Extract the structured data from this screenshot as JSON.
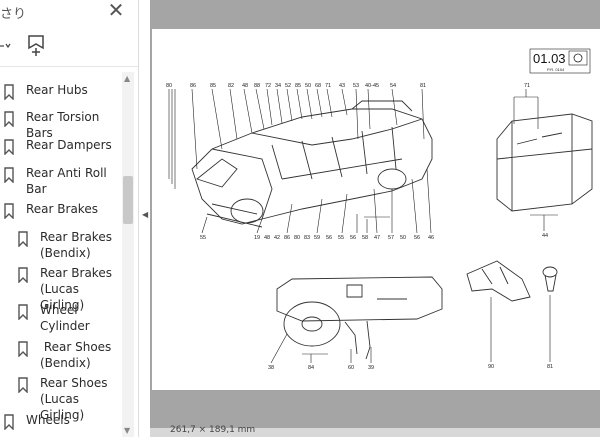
{
  "sidebar": {
    "title_fragment": "さり",
    "close_glyph": "✕",
    "options_glyph": "▾",
    "items": [
      {
        "label": "Rear Hubs"
      },
      {
        "label": "Rear Torsion Bars"
      },
      {
        "label": "Rear Dampers"
      },
      {
        "label": "Rear Anti Roll Bar"
      },
      {
        "label": "Rear Brakes"
      },
      {
        "label": "Rear Brakes (Bendix)"
      },
      {
        "label": "Rear Brakes (Lucas Girling)"
      },
      {
        "label": "Wheel Cylinder"
      },
      {
        "label": " Rear Shoes (Bendix)"
      },
      {
        "label": "Rear Shoes (Lucas Girling)"
      },
      {
        "label": "Wheels"
      }
    ]
  },
  "document": {
    "section_code": "01.03",
    "ref": "P.R. 0104",
    "callouts_car_top": [
      "80",
      "86",
      "85",
      "82",
      "48",
      "88",
      "72",
      "34",
      "52",
      "85",
      "50",
      "68",
      "71",
      "43",
      "53",
      "40-45",
      "54",
      "81"
    ],
    "callouts_car_bottom": [
      "19",
      "48",
      "42",
      "86",
      "80",
      "83",
      "59",
      "56",
      "55",
      "56",
      "58",
      "47",
      "57",
      "50",
      "56",
      "46"
    ],
    "callout_left_bottom": "55",
    "callouts_roof": [
      "71",
      "44"
    ],
    "callouts_dash": [
      "38",
      "84",
      "60",
      "39"
    ],
    "callouts_jack": [
      "90",
      "81"
    ]
  },
  "statusbar": {
    "page_size": "261,7 × 189,1 mm"
  }
}
